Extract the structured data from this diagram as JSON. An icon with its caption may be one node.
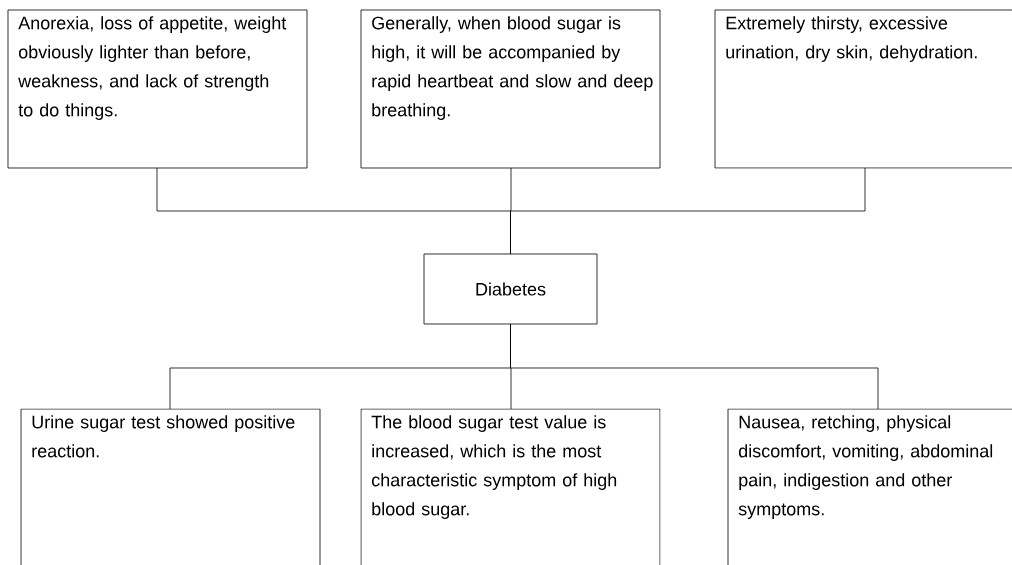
{
  "diagram": {
    "nodes": [
      {
        "text": [
          "Anorexia, loss of appetite, weight obviously lighter than before, weakness, and lack of strength to do things."
        ]
      },
      {
        "text": [
          "Generally, when blood sugar is high, it will be accompanied by rapid heartbeat and slow and deep breathing."
        ]
      },
      {
        "text": [
          "Extremely thirsty, excessive urination, dry skin, dehydration."
        ]
      },
      {
        "text": [
          "Diabetes"
        ]
      },
      {
        "text": [
          "Urine sugar test showed positive reaction."
        ]
      },
      {
        "text": [
          "The blood sugar test value is increased, which is the most characteristic symptom of high blood sugar."
        ]
      },
      {
        "text": [
          "Nausea, retching, physical discomfort, vomiting, abdominal pain, indigestion and other symptoms."
        ]
      }
    ],
    "edges": [
      {
        "from": 3,
        "to": 0,
        "arrow": "none"
      },
      {
        "from": 3,
        "to": 1,
        "arrow": "none"
      },
      {
        "from": 3,
        "to": 2,
        "arrow": "none"
      },
      {
        "from": 3,
        "to": 4,
        "arrow": "none"
      },
      {
        "from": 3,
        "to": 5,
        "arrow": "none"
      },
      {
        "from": 3,
        "to": 6,
        "arrow": "none"
      }
    ]
  }
}
